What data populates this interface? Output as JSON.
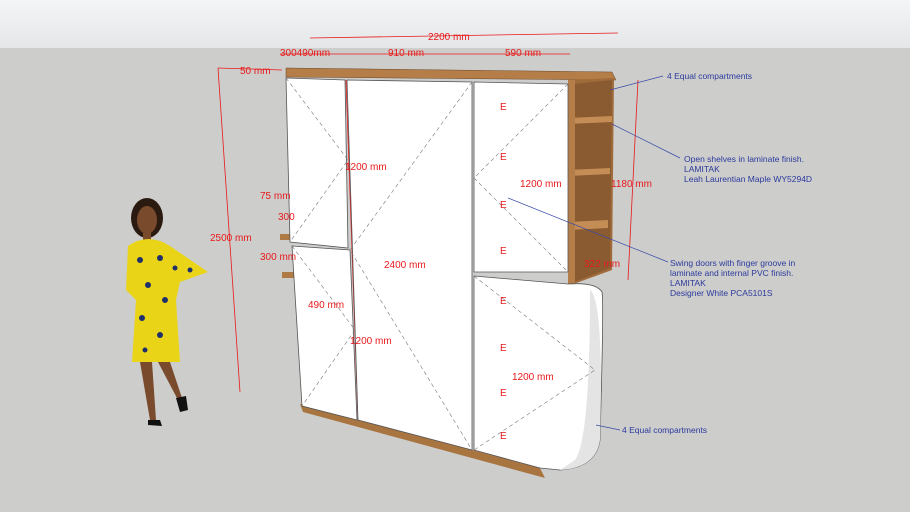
{
  "dimensions": {
    "overall_width": "2200 mm",
    "left_section": "300490mm",
    "middle_section": "910 mm",
    "right_section": "590 mm",
    "top_board": "50 mm",
    "overall_height": "2500 mm",
    "shelf_a": "75 mm",
    "shelf_b": "300",
    "shelf_c": "300 mm",
    "left_upper": "1200 mm",
    "left_lower_width": "490 mm",
    "left_lower": "1200 mm",
    "middle_height": "2400 mm",
    "right_upper": "1200 mm",
    "right_lower": "1200 mm",
    "shelves_height": "1180 mm",
    "shelf_depth": "322 mm"
  },
  "door_marker": "E",
  "notes": {
    "top_compartments": "4 Equal compartments",
    "open_shelves": [
      "Open shelves in laminate finish.",
      "LAMITAK",
      "Leah Laurentian Maple WY5294D"
    ],
    "swing_doors": [
      "Swing doors with finger groove in",
      "laminate and internal PVC finish.",
      "LAMITAK",
      "Designer White PCA5101S"
    ],
    "bottom_compartments": "4 Equal compartments"
  },
  "colors": {
    "dimension": "#e8191a",
    "note": "#2b3a9c",
    "wood": "#b07a45",
    "door": "#ffffff"
  }
}
